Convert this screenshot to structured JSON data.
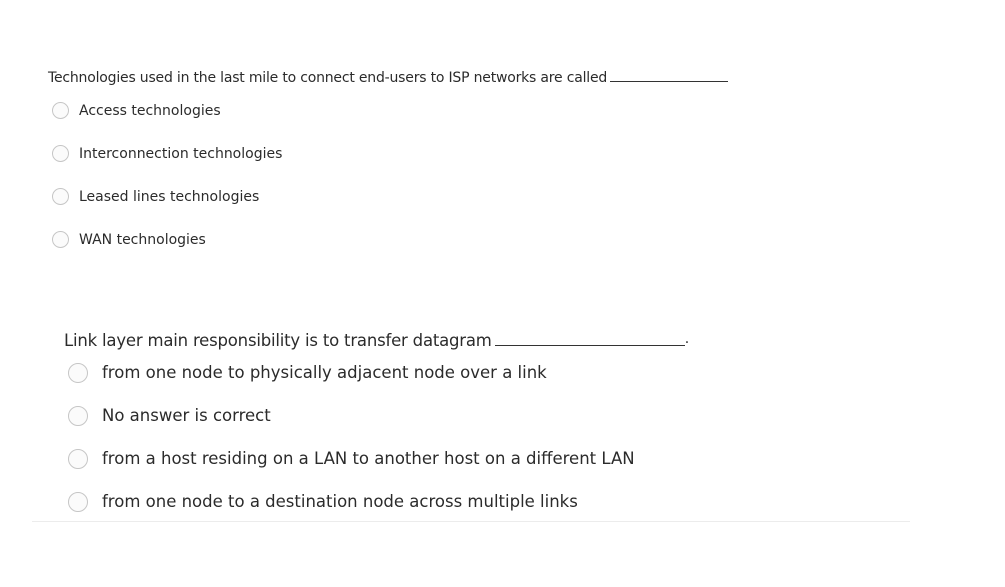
{
  "questions": [
    {
      "stem": "Technologies used in the last mile to connect end-users to ISP networks are called",
      "trailing": "",
      "options": [
        "Access technologies",
        "Interconnection technologies",
        "Leased lines technologies",
        "WAN technologies"
      ]
    },
    {
      "stem": "Link layer main responsibility is to transfer datagram",
      "trailing": ".",
      "options": [
        "from one node to physically adjacent node over a link",
        "No answer is correct",
        "from a host residing on a LAN to another host on a different LAN",
        "from one node to a destination node across multiple links"
      ]
    }
  ]
}
